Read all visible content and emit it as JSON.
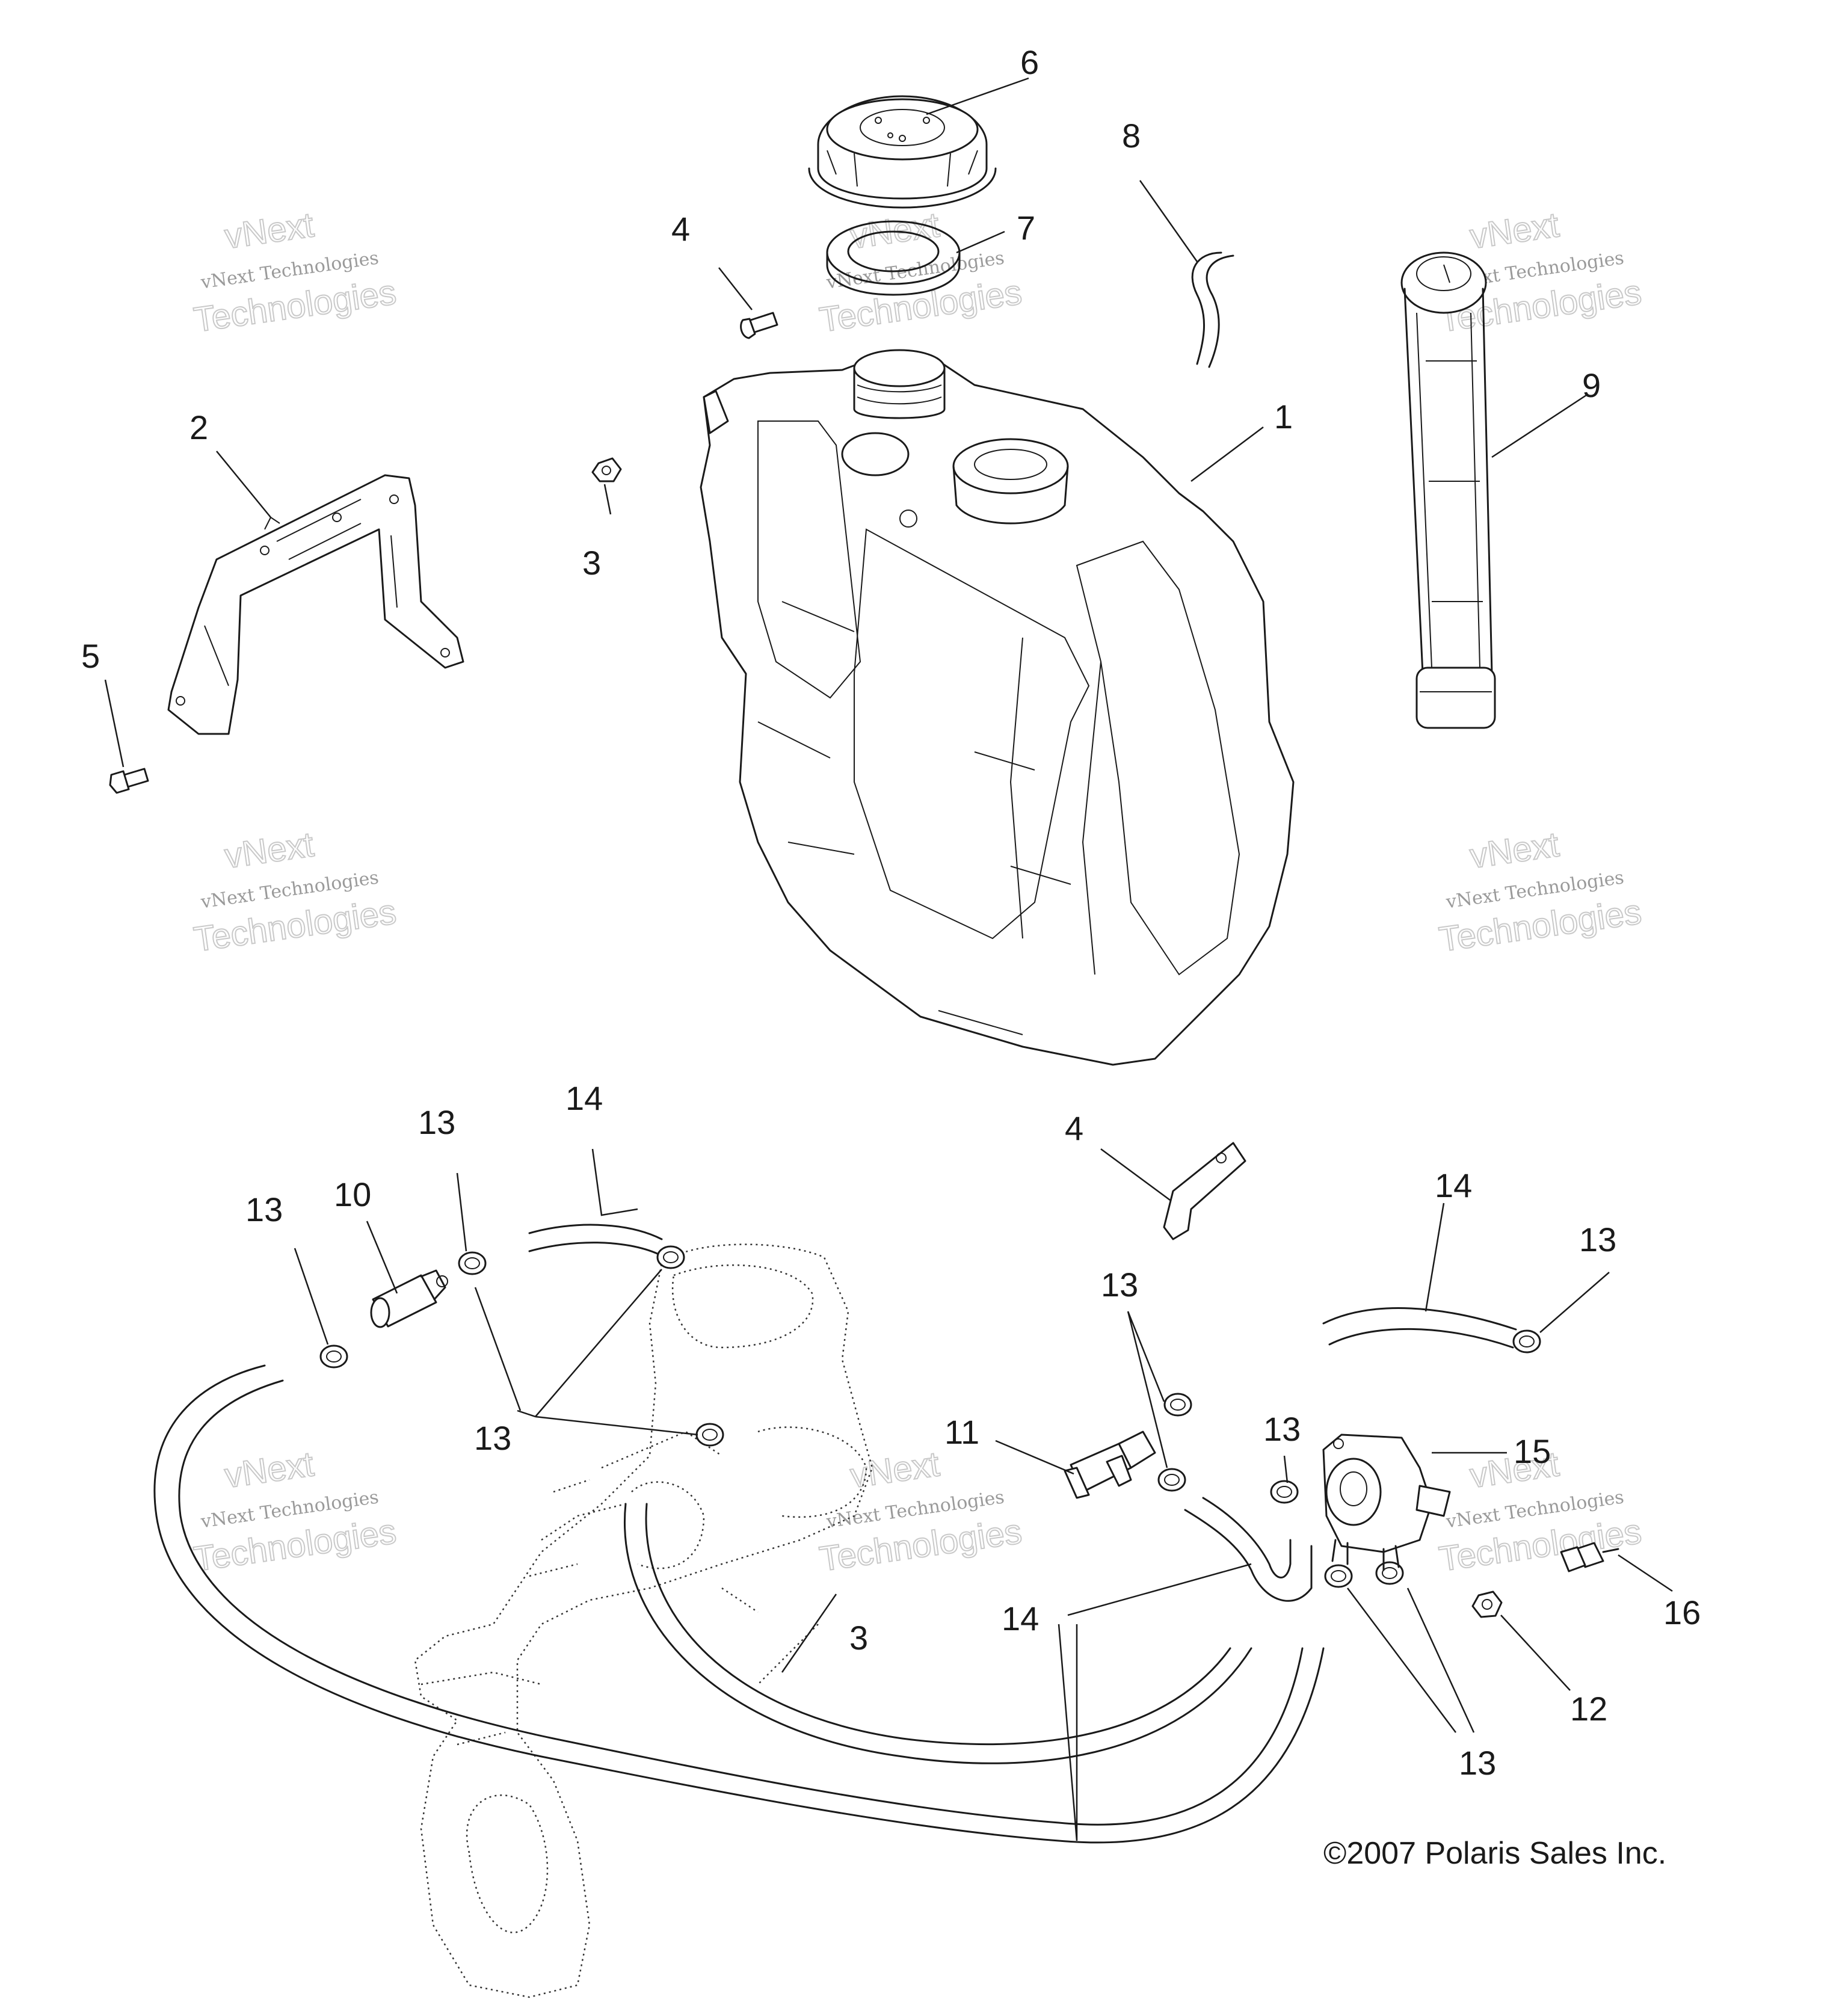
{
  "copyright": "©2007  Polaris Sales Inc.",
  "watermark": {
    "brand": "vNext",
    "line": "vNext Technologies",
    "big": "Technologies"
  },
  "callouts": [
    {
      "id": "c1",
      "text": "1"
    },
    {
      "id": "c2",
      "text": "2"
    },
    {
      "id": "c3a",
      "text": "3"
    },
    {
      "id": "c3b",
      "text": "3"
    },
    {
      "id": "c4a",
      "text": "4"
    },
    {
      "id": "c4b",
      "text": "4"
    },
    {
      "id": "c5",
      "text": "5"
    },
    {
      "id": "c6",
      "text": "6"
    },
    {
      "id": "c7",
      "text": "7"
    },
    {
      "id": "c8",
      "text": "8"
    },
    {
      "id": "c9",
      "text": "9"
    },
    {
      "id": "c10",
      "text": "10"
    },
    {
      "id": "c11",
      "text": "11"
    },
    {
      "id": "c12",
      "text": "12"
    },
    {
      "id": "c13a",
      "text": "13"
    },
    {
      "id": "c13b",
      "text": "13"
    },
    {
      "id": "c13c",
      "text": "13"
    },
    {
      "id": "c13d",
      "text": "13"
    },
    {
      "id": "c13e",
      "text": "13"
    },
    {
      "id": "c13f",
      "text": "13"
    },
    {
      "id": "c13g",
      "text": "13"
    },
    {
      "id": "c14a",
      "text": "14"
    },
    {
      "id": "c14b",
      "text": "14"
    },
    {
      "id": "c14c",
      "text": "14"
    },
    {
      "id": "c15",
      "text": "15"
    },
    {
      "id": "c16",
      "text": "16"
    }
  ]
}
